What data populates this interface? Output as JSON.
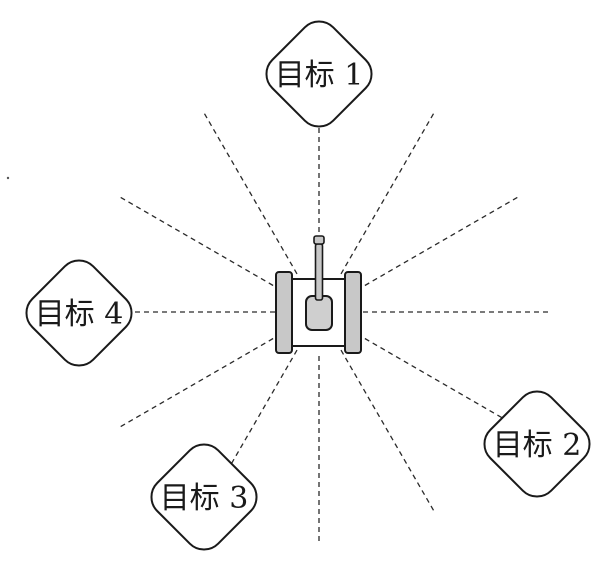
{
  "targets": [
    {
      "id": "target-1",
      "label": "目标 1"
    },
    {
      "id": "target-2",
      "label": "目标 2"
    },
    {
      "id": "target-3",
      "label": "目标 3"
    },
    {
      "id": "target-4",
      "label": "目标 4"
    }
  ],
  "rays": {
    "count": 12,
    "style": "dashed"
  },
  "tank": {
    "icon": "tank-icon",
    "facing": "up"
  },
  "colors": {
    "line": "#1a1a1a",
    "tank_fill": "#c8c8c8",
    "background": "#ffffff"
  }
}
